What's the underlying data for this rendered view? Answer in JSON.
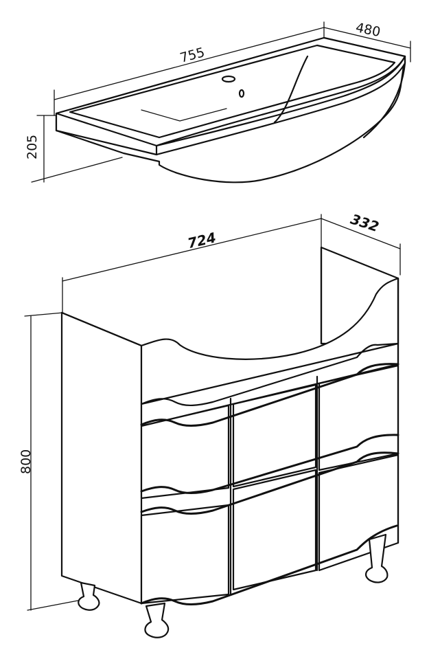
{
  "basin": {
    "width_label": "755",
    "depth_label": "480",
    "height_label": "205"
  },
  "cabinet": {
    "width_label": "724",
    "depth_label": "332",
    "height_label": "800"
  }
}
